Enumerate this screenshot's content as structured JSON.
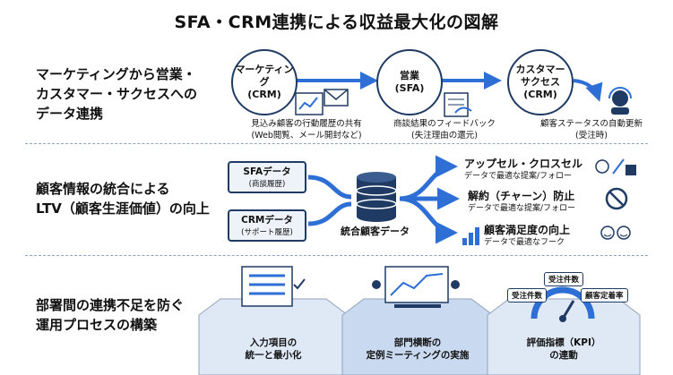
{
  "title": "SFA・CRM連携による収益最大化の図解",
  "row1": {
    "label": "マーケティングから営業・\nカスタマー・サクセスへの\nデータ連携",
    "nodes": [
      "マーケティング\n(CRM)",
      "営業\n(SFA)",
      "カスタマー\nサクセス\n(CRM)"
    ],
    "captions": [
      "見込み顧客の行動履歴の共有\n(Web閲覧、メール開封など)",
      "商談結果のフィードバック\n(失注理由の還元)",
      "顧客ステータスの自動更新\n(受注時)"
    ]
  },
  "row2": {
    "label": "顧客情報の統合による\nLTV（顧客生涯価値）の向上",
    "sources": [
      {
        "name": "SFAデータ",
        "sub": "(商談履歴)"
      },
      {
        "name": "CRMデータ",
        "sub": "(サポート履歴)"
      }
    ],
    "hub": "統合顧客データ",
    "outcomes": [
      {
        "title": "アップセル・クロスセル",
        "sub": "データで最適な提案/フォロー"
      },
      {
        "title": "解約（チャーン）防止",
        "sub": "データで最適な提案/フォロー"
      },
      {
        "title": "顧客満足度の向上",
        "sub": "データで最適なフーク"
      }
    ]
  },
  "row3": {
    "label": "部署間の連携不足を防ぐ\n運用プロセスの構築",
    "pillars": [
      "入力項目の\n統一と最小化",
      "部門横断の\n定例ミーティングの実施",
      "評価指標（KPI）\nの連動"
    ],
    "kpi_badges": [
      "受注件数",
      "受注件数",
      "顧客定着率"
    ]
  },
  "colors": {
    "navy": "#1f3b64",
    "blue": "#2e6fd6",
    "light": "#dfe9f6"
  }
}
